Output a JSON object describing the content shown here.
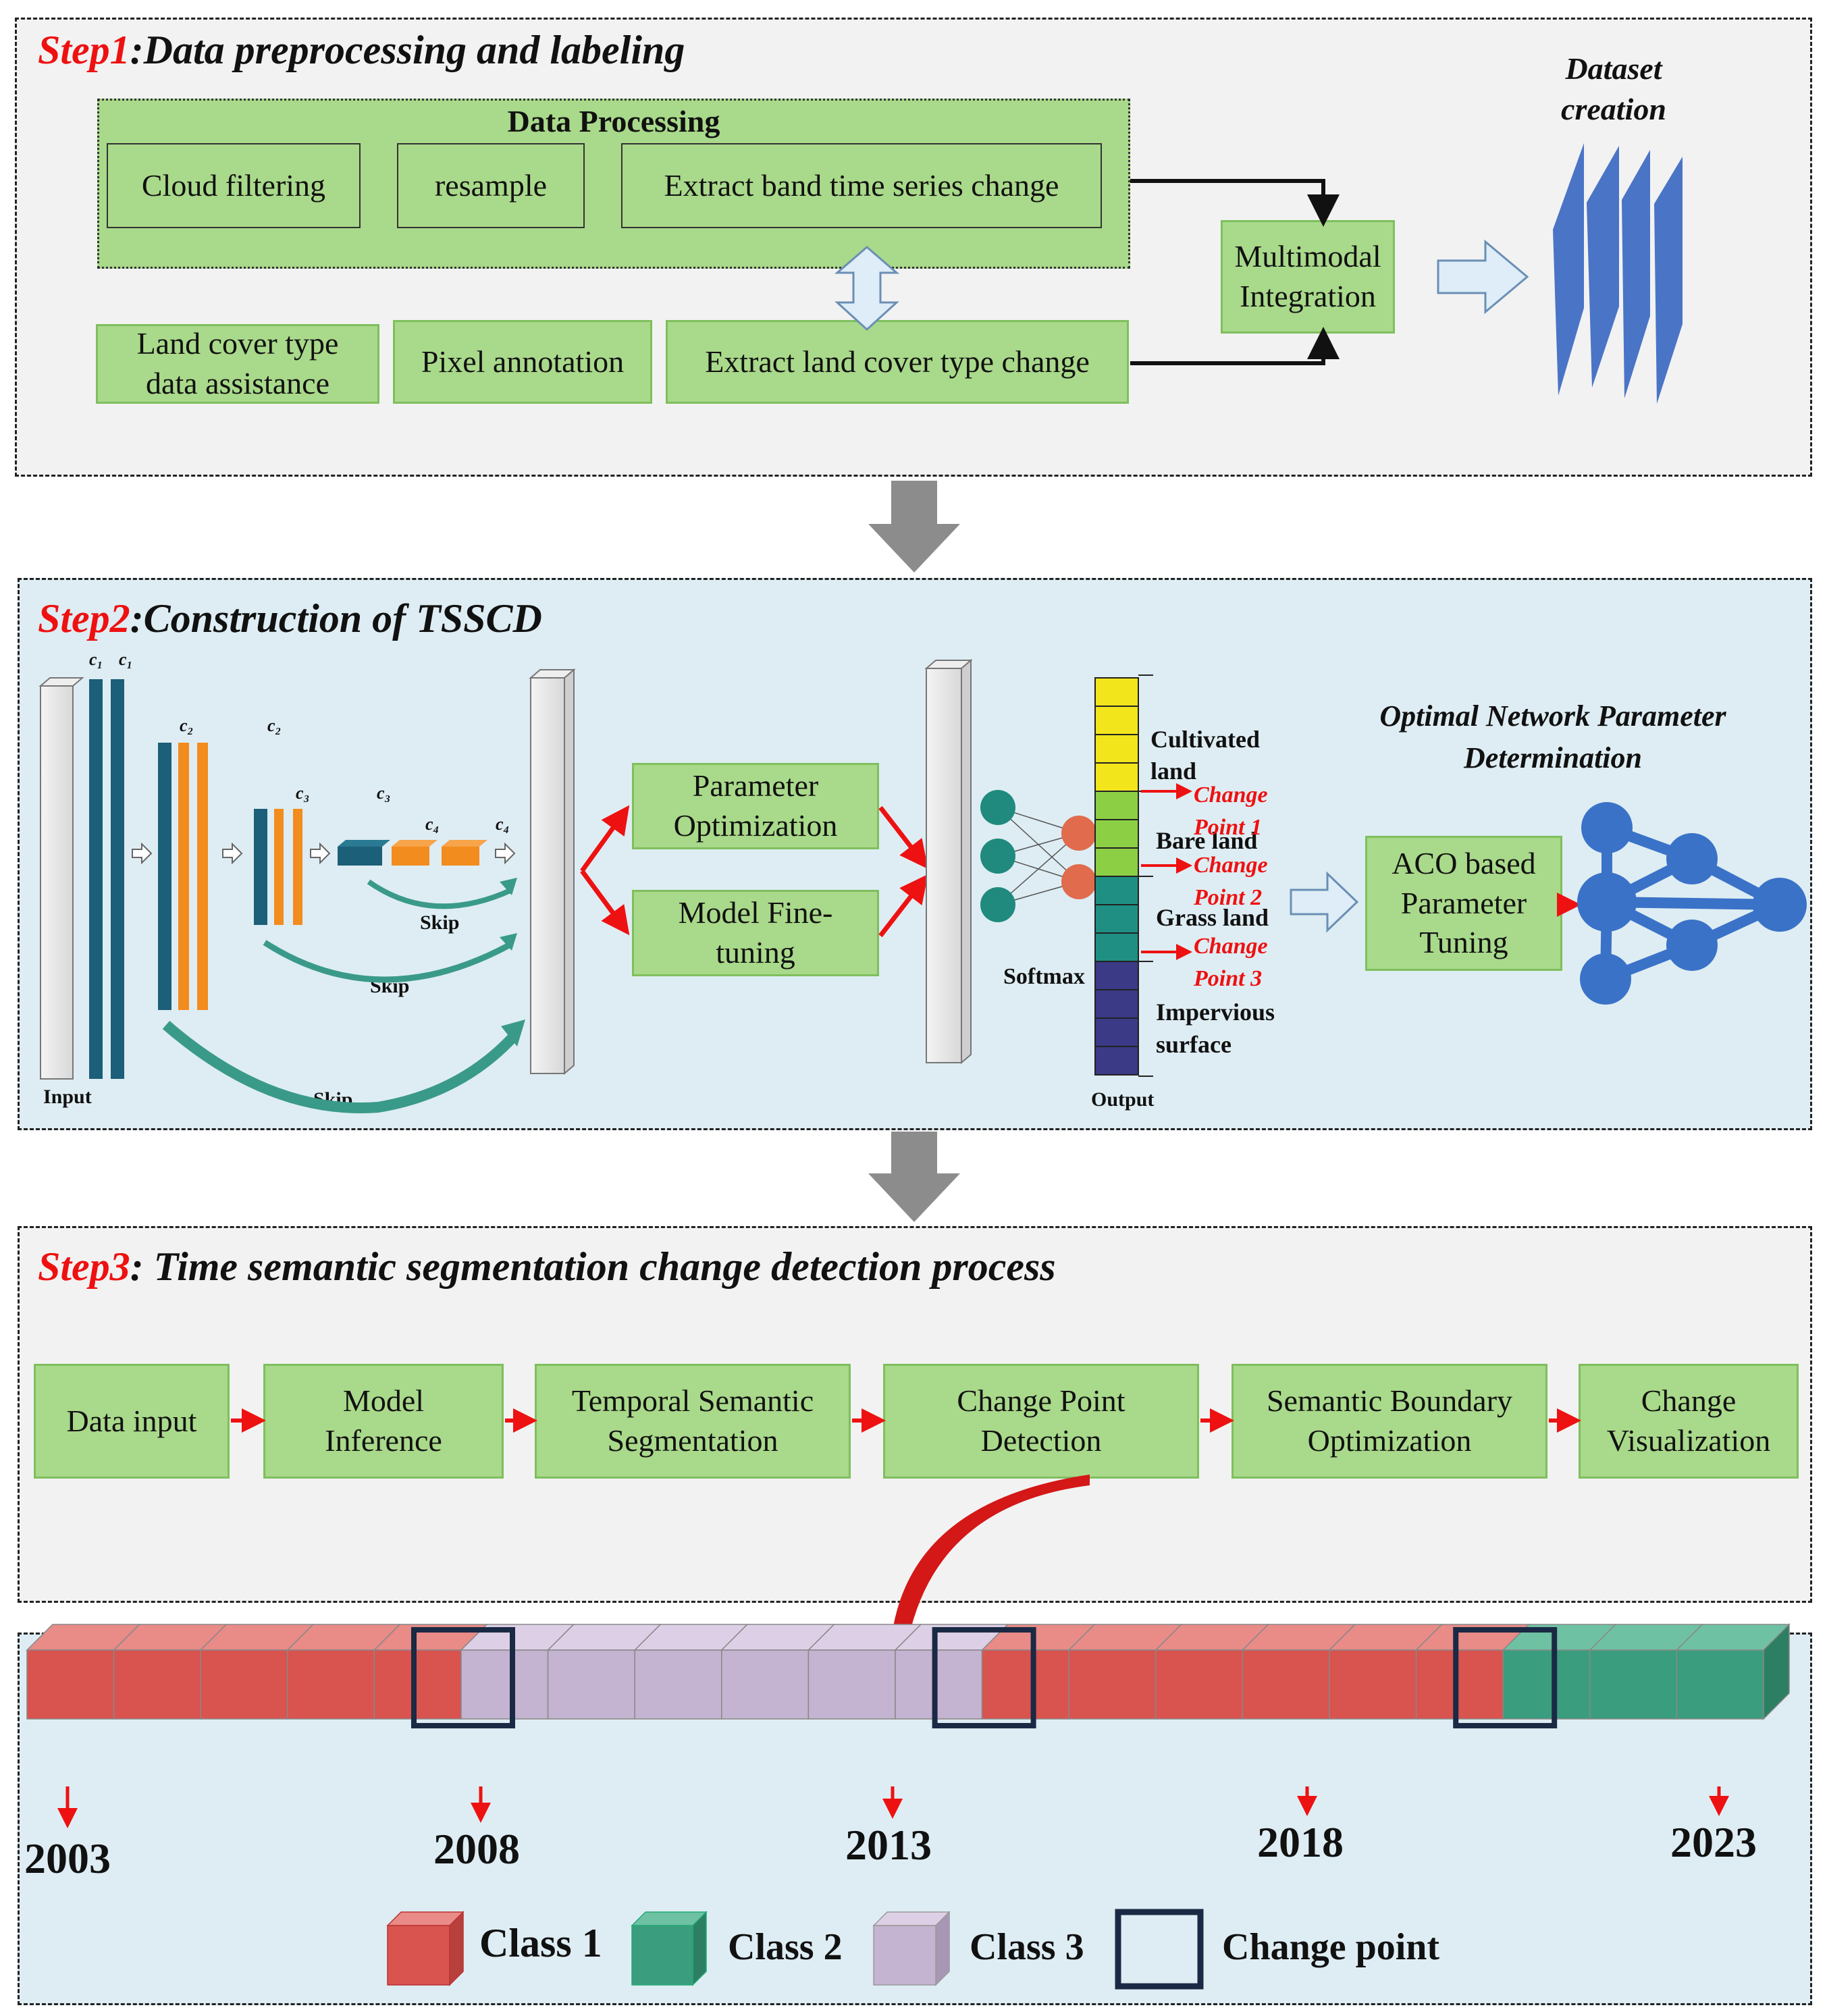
{
  "step1": {
    "prefix": "Step1",
    "title": ":Data preprocessing and labeling",
    "data_processing": "Data Processing",
    "cloud_filtering": "Cloud filtering",
    "resample": "resample",
    "extract_band": "Extract band time series change",
    "land_cover_assist": "Land cover type data assistance",
    "pixel_annotation": "Pixel annotation",
    "extract_land_cover": "Extract land cover type change",
    "multimodal": "Multimodal Integration",
    "dataset_creation": "Dataset creation"
  },
  "step2": {
    "prefix": "Step2",
    "title": ":Construction of TSSCD",
    "c1": "c₁",
    "c2": "c₂",
    "c3": "c₃",
    "c4": "c₄",
    "skip": "Skip",
    "input": "Input",
    "param_opt": "Parameter Optimization",
    "fine_tuning": "Model Fine-tuning",
    "softmax": "Softmax",
    "output": "Output",
    "classes": [
      "Cultivated land",
      "Bare land",
      "Grass land",
      "Impervious surface"
    ],
    "change_points": [
      "Change Point 1",
      "Change Point 2",
      "Change Point 3"
    ],
    "optimal_title": "Optimal Network Parameter Determination",
    "aco": "ACO based Parameter Tuning",
    "colors": {
      "yellow": "#f2e51c",
      "lightgreen": "#8ccf44",
      "teal": "#1f8f83",
      "navy": "#3a3a86",
      "node": "#1f8a7d",
      "softnode": "#e06b4d",
      "network": "#3a72c8"
    }
  },
  "step3": {
    "prefix": "Step3",
    "title": ": Time semantic segmentation change detection process",
    "flow": [
      "Data input",
      "Model Inference",
      "Temporal Semantic Segmentation",
      "Change Point Detection",
      "Semantic Boundary Optimization",
      "Change Visualization"
    ]
  },
  "timeline": {
    "years": [
      "2003",
      "2008",
      "2013",
      "2018",
      "2023"
    ],
    "sequence": [
      1,
      1,
      1,
      1,
      1,
      3,
      3,
      3,
      3,
      3,
      3,
      1,
      1,
      1,
      1,
      1,
      1,
      2,
      2,
      2
    ],
    "change_point_after_index": [
      4,
      10,
      16
    ],
    "colors": {
      "class1": "#d9534f",
      "class2": "#3a9e7e",
      "class3": "#c4b3d1",
      "frame": "#1a2a44"
    }
  },
  "legend": [
    "Class 1",
    "Class 2",
    "Class 3",
    "Change point"
  ]
}
